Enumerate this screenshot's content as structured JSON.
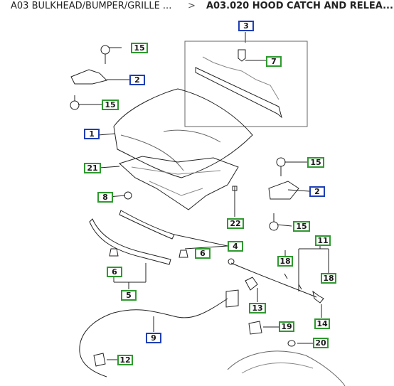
{
  "breadcrumb": {
    "parent": "A03 BULKHEAD/BUMPER/GRILLE ...",
    "separator": ">",
    "current": "A03.020 HOOD CATCH AND RELEA..."
  },
  "colors": {
    "callout_green": "#2e9a2e",
    "callout_blue": "#1f3fb5",
    "line_art": "#222222"
  },
  "callouts": {
    "c1": "1",
    "c2a": "2",
    "c2b": "2",
    "c3": "3",
    "c4": "4",
    "c5": "5",
    "c6a": "6",
    "c6b": "6",
    "c7": "7",
    "c8": "8",
    "c9": "9",
    "c11": "11",
    "c12": "12",
    "c13": "13",
    "c14": "14",
    "c15a": "15",
    "c15b": "15",
    "c15c": "15",
    "c15d": "15",
    "c18a": "18",
    "c18b": "18",
    "c19": "19",
    "c20": "20",
    "c21": "21",
    "c22": "22"
  }
}
